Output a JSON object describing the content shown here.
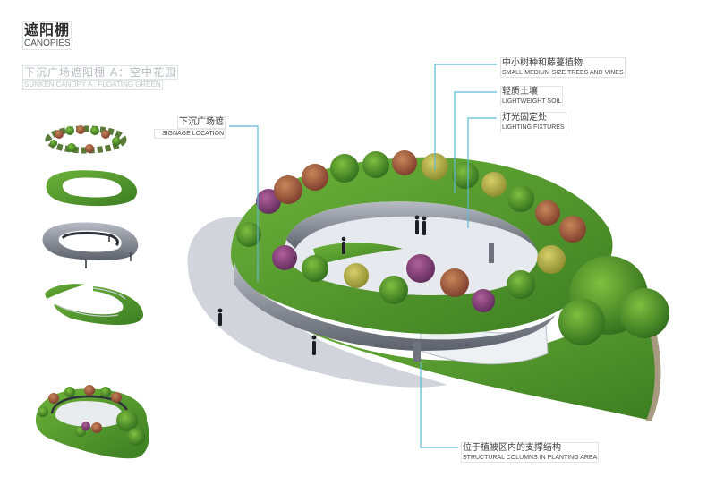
{
  "header": {
    "title_cn": "遮阳棚",
    "title_en": "CANOPIES",
    "subtitle_cn": "下沉广场遮阳棚 A：空中花园",
    "subtitle_en": "SUNKEN CANOPY A : FLOATING GREEN"
  },
  "exploded_layers": [
    {
      "name": "planting-layer",
      "description": "trees and vines ring"
    },
    {
      "name": "soil-layer",
      "description": "green lightweight soil ring"
    },
    {
      "name": "structure-layer",
      "description": "grey canopy shell with columns"
    },
    {
      "name": "ground-layer",
      "description": "ground lawn with railing"
    },
    {
      "name": "assembled-view",
      "description": "assembled canopy thumbnail"
    }
  ],
  "annotations": [
    {
      "id": "trees",
      "cn": "中小树种和藤蔓植物",
      "en": "SMALL-MEDIUM SIZE TREES AND VINES"
    },
    {
      "id": "soil",
      "cn": "轻质土壤",
      "en": "LIGHTWEIGHT SOIL"
    },
    {
      "id": "lighting",
      "cn": "灯光固定处",
      "en": "LIGHTING FIXTURES"
    },
    {
      "id": "signage",
      "cn": "下沉广场遮",
      "en": "SIGNAGE LOCATION"
    },
    {
      "id": "columns",
      "cn": "位于植被区内的支撑结构",
      "en": "STRUCTURAL COLUMNS IN PLANTING AREA"
    }
  ],
  "colors": {
    "leader_line": "#5bbad6",
    "grass": "#4e9a2a",
    "canopy_shell": "#8a8f9a",
    "shadow": "#c9ccd3"
  }
}
